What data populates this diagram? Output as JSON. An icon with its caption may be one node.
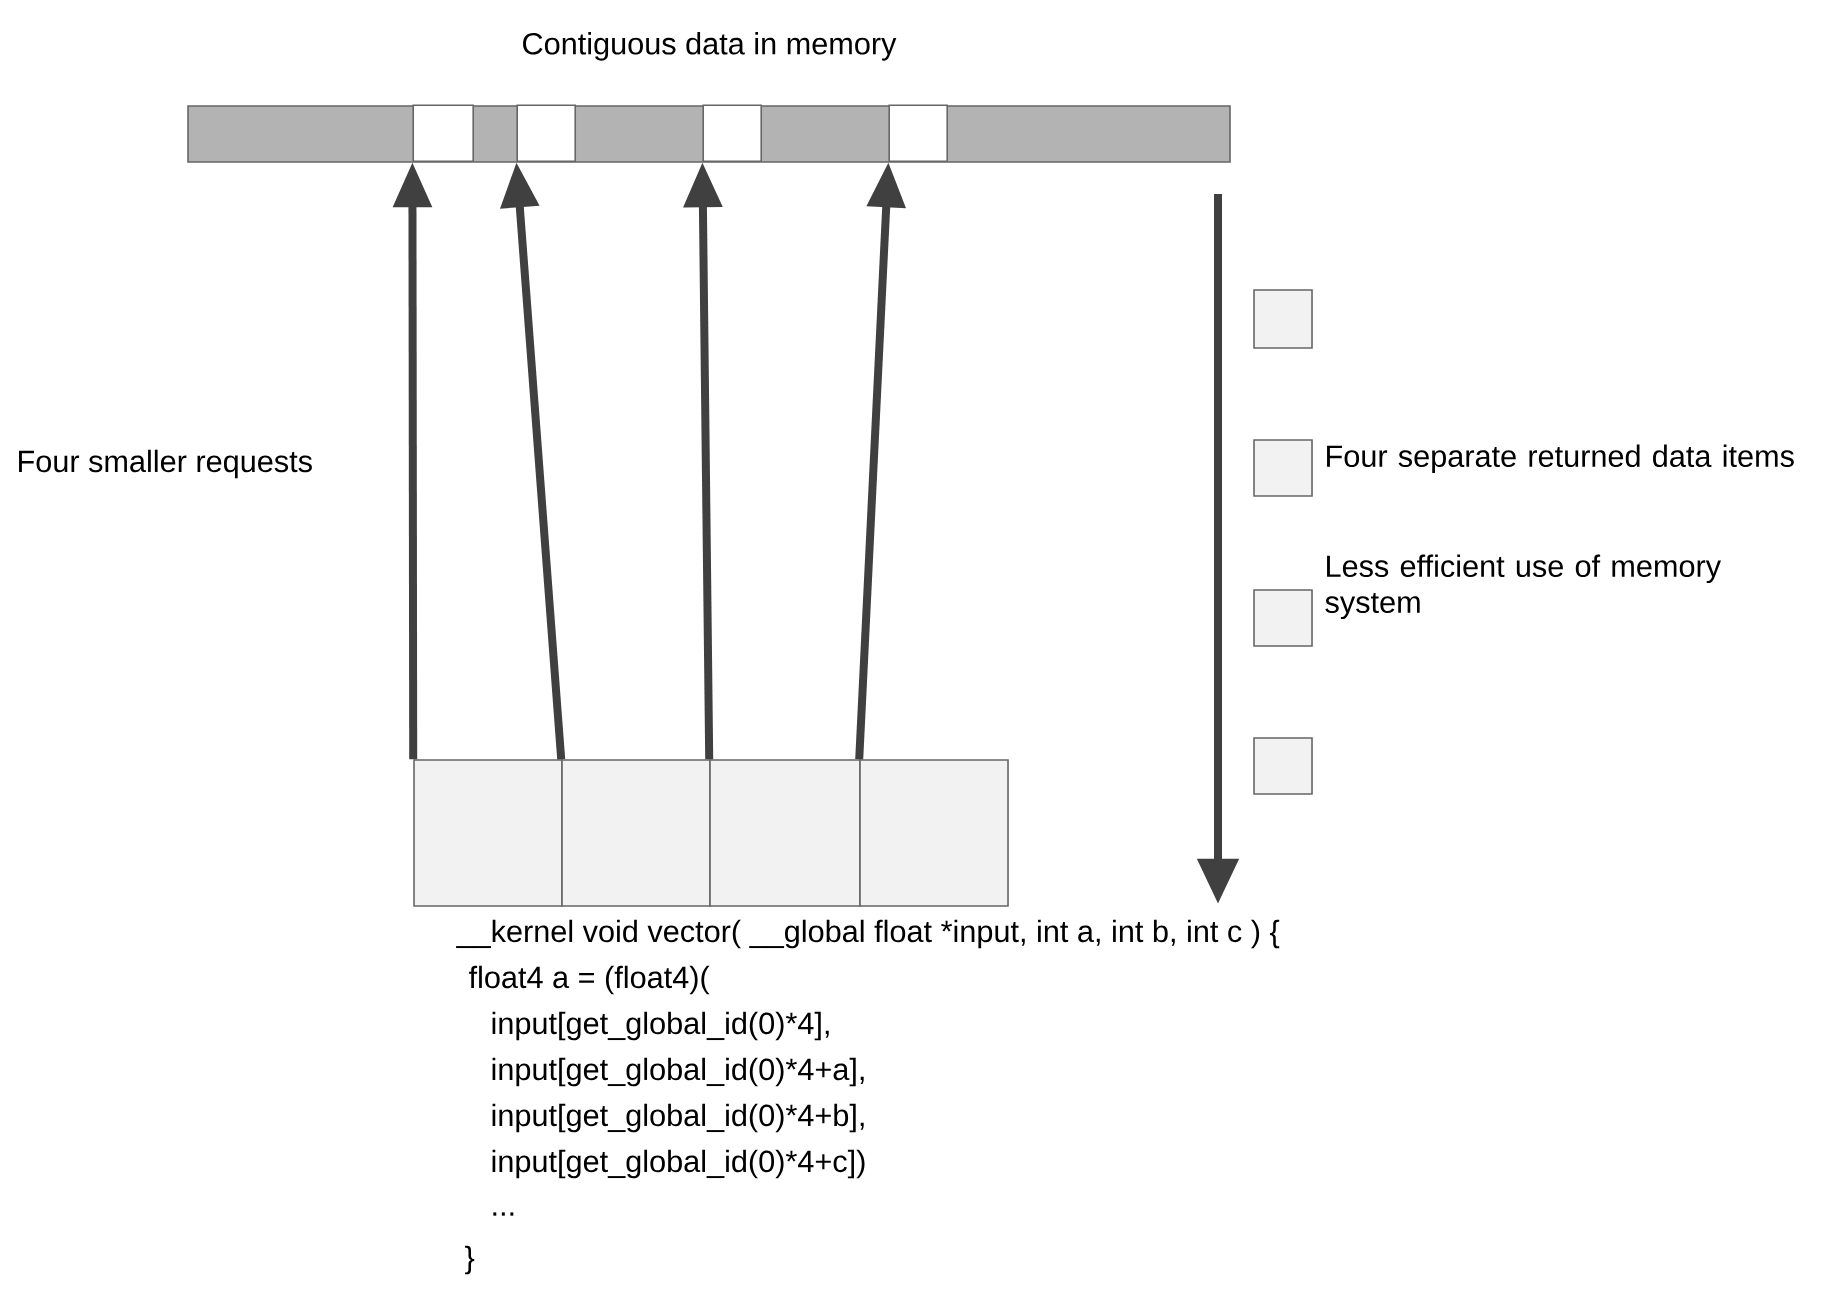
{
  "diagram": {
    "nodes": [
      {
        "text": [
          "Contiguous data in memory"
        ]
      },
      {
        "text": [],
        "shape": "box",
        "in": 0
      },
      {
        "text": [],
        "shape": "box",
        "in": 0
      },
      {
        "text": [],
        "shape": "box",
        "in": 0
      },
      {
        "text": [],
        "shape": "box",
        "in": 0
      },
      {
        "text": [],
        "shape": "box"
      },
      {
        "text": [],
        "shape": "box"
      },
      {
        "text": [],
        "shape": "box"
      },
      {
        "text": [],
        "shape": "box"
      },
      {
        "text": [],
        "shape": "box"
      },
      {
        "text": [],
        "shape": "box"
      },
      {
        "text": [],
        "shape": "box"
      },
      {
        "text": [],
        "shape": "box"
      }
    ],
    "edges": [
      {
        "from": 5,
        "to": 1,
        "arrow": "to"
      },
      {
        "from": 6,
        "to": 2,
        "arrow": "to"
      },
      {
        "from": 7,
        "to": 3,
        "arrow": "to"
      },
      {
        "from": 8,
        "to": 4,
        "arrow": "to"
      }
    ],
    "labels": [
      "Four smaller requests",
      "Four separate returned data items",
      "Less efficient use of memory system",
      "__kernel void vector( __global float *input, int a, int b, int c ) {",
      "float4 a = (float4)(",
      "input[get_global_id(0)*4],",
      "input[get_global_id(0)*4+a],",
      "input[get_global_id(0)*4+b],",
      "input[get_global_id(0)*4+c])",
      "...",
      "}"
    ]
  }
}
